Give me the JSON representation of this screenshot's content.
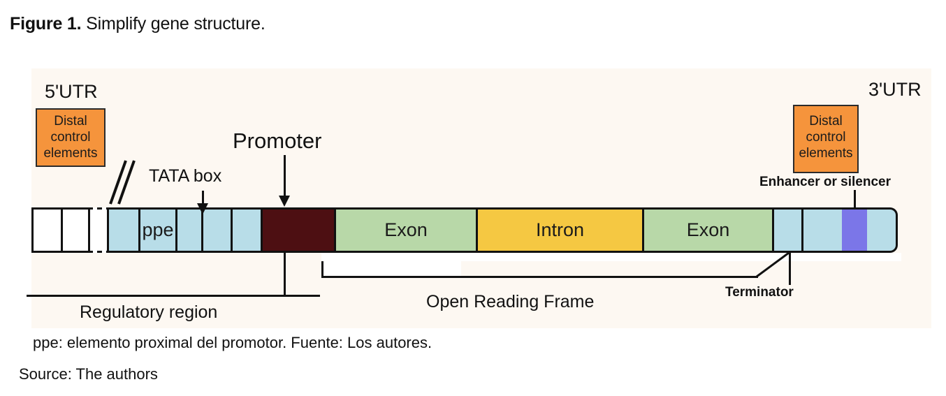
{
  "figure": {
    "label": "Figure 1.",
    "title": "Simplify gene structure."
  },
  "diagram": {
    "labels": {
      "utr5": "5'UTR",
      "utr3": "3'UTR",
      "tata_box": "TATA box",
      "promoter": "Promoter",
      "enhancer_or_silencer": "Enhancer or silencer",
      "terminator": "Terminator",
      "regulatory_region": "Regulatory region",
      "open_reading_frame": "Open Reading Frame"
    },
    "distal_control_elements_left": {
      "line1": "Distal",
      "line2": "control",
      "line3": "elements"
    },
    "distal_control_elements_right": {
      "line1": "Distal",
      "line2": "control",
      "line3": "elements"
    },
    "segments": [
      {
        "name": "upstream-white-1",
        "label": "",
        "color": "#ffffff"
      },
      {
        "name": "upstream-white-2",
        "label": "",
        "color": "#ffffff"
      },
      {
        "name": "proximal-blue-1",
        "label": "",
        "color": "#b8dde8"
      },
      {
        "name": "proximal-element-ppe",
        "label": "ppe",
        "color": "#b8dde8"
      },
      {
        "name": "proximal-blue-3",
        "label": "",
        "color": "#b8dde8"
      },
      {
        "name": "proximal-blue-tata",
        "label": "",
        "color": "#b8dde8"
      },
      {
        "name": "proximal-blue-5",
        "label": "",
        "color": "#b8dde8"
      },
      {
        "name": "promoter-core",
        "label": "",
        "color": "#4d0f12"
      },
      {
        "name": "exon-1",
        "label": "Exon",
        "color": "#b8d8a8"
      },
      {
        "name": "intron-1",
        "label": "Intron",
        "color": "#f5c842"
      },
      {
        "name": "exon-2",
        "label": "Exon",
        "color": "#b8d8a8"
      },
      {
        "name": "terminator-blue",
        "label": "",
        "color": "#b8dde8"
      },
      {
        "name": "downstream-blue-1",
        "label": "",
        "color": "#b8dde8"
      },
      {
        "name": "enhancer-silencer-purple",
        "label": "",
        "color": "#7b76e8"
      },
      {
        "name": "downstream-blue-2",
        "label": "",
        "color": "#b8dde8"
      }
    ],
    "colors": {
      "panel_background": "#fdf8f2",
      "distal_control_orange": "#f5943c",
      "exon_green": "#b8d8a8",
      "intron_yellow": "#f5c842",
      "utr_blue": "#b8dde8",
      "promoter_maroon": "#4d0f12",
      "enhancer_purple": "#7b76e8",
      "outline": "#111111"
    }
  },
  "captions": {
    "ppe_note": "ppe: elemento proximal del promotor. Fuente: Los autores.",
    "source": "Source: The authors"
  }
}
